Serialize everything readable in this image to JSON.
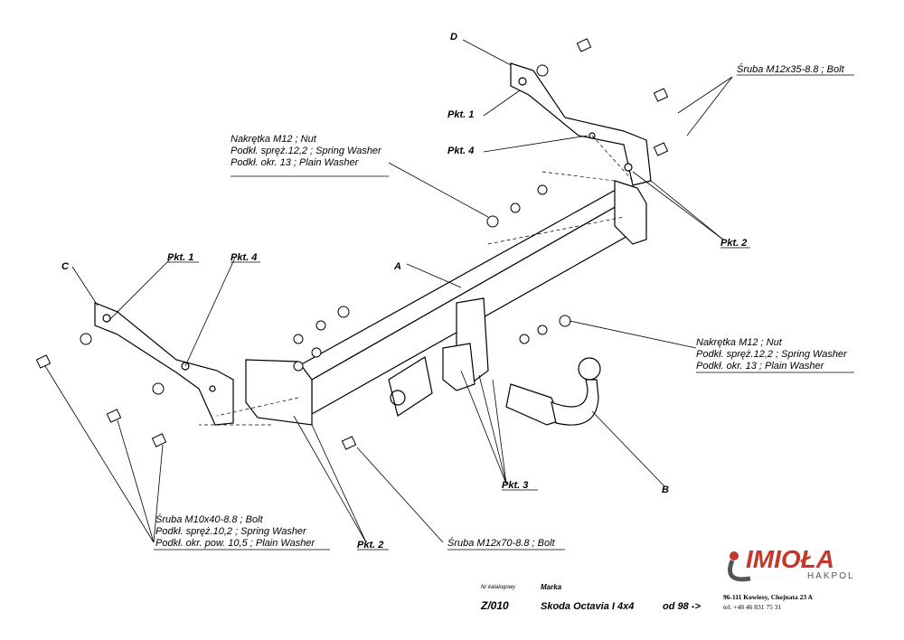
{
  "parts": {
    "A": "A",
    "B": "B",
    "C": "C",
    "D": "D"
  },
  "points": {
    "pkt1": "Pkt. 1",
    "pkt2": "Pkt. 2",
    "pkt3": "Pkt. 3",
    "pkt4": "Pkt. 4"
  },
  "callouts": {
    "bolt_m12x35": "Śruba M12x35-8.8 ;  Bolt",
    "nut_group": [
      "Nakrętka  M12 ; Nut",
      "Podkł. spręż.12,2 ; Spring Washer",
      "Podkł. okr. 13 ; Plain Washer"
    ],
    "bolt_m10_group": [
      "Śruba M10x40-8.8 ;  Bolt",
      "Podkł. spręż.10,2 ; Spring Washer",
      "Podkł. okr. pow. 10,5 ; Plain Washer"
    ],
    "bolt_m12x70": "Śruba M12x70-8.8 ;  Bolt"
  },
  "title_block": {
    "catalog_label": "Nr katalogowy",
    "marka_label": "Marka",
    "catalog_no": "Z/010",
    "vehicle": "Skoda Octavia I  4x4",
    "years": "od  98 ->"
  },
  "brand": {
    "name": "IMIOŁA",
    "sub": "HAKPOL",
    "address": "96-111 Kowiesy, Chojnata 23 A",
    "phone": "tel. +48 46 831 75 31",
    "color": "#c4372b"
  }
}
